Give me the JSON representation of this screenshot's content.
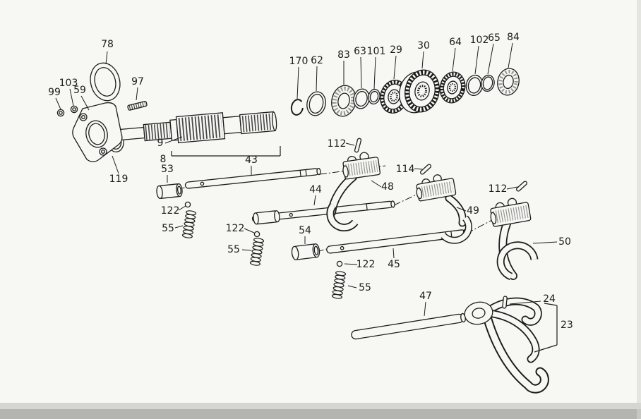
{
  "colors": {
    "ink": "#1c1c1c",
    "paper": "#f7f7f4",
    "edge_shadow": "#b4b4b0",
    "edge_light": "#d5d5d1"
  },
  "labels": {
    "78": "78",
    "99": "99",
    "103": "103",
    "59": "59",
    "97": "97",
    "119": "119",
    "170": "170",
    "62": "62",
    "83": "83",
    "63": "63",
    "101": "101",
    "29": "29",
    "30": "30",
    "64": "64",
    "102": "102",
    "65": "65",
    "84": "84",
    "9": "9",
    "8": "8",
    "53": "53",
    "43": "43",
    "44": "44",
    "45": "45",
    "47": "47",
    "48": "48",
    "49": "49",
    "50": "50",
    "54": "54",
    "55": "55",
    "112": "112",
    "114": "114",
    "122": "122",
    "23": "23",
    "24": "24"
  }
}
